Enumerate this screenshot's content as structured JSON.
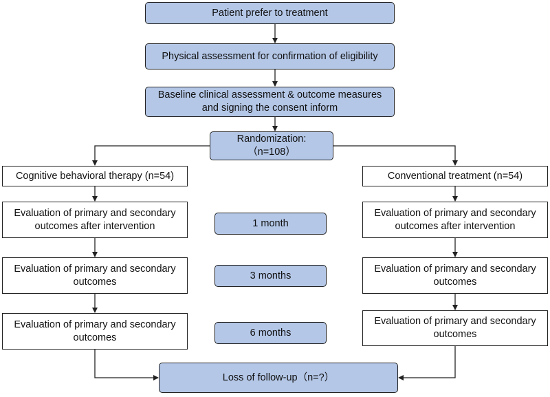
{
  "colors": {
    "fill_blue": "#b4c7e7",
    "stroke": "#222222",
    "background": "#ffffff"
  },
  "nodes": {
    "patient": "Patient prefer to treatment",
    "physical": "Physical assessment for confirmation of eligibility",
    "baseline": "Baseline clinical assessment & outcome measures\nand signing the consent inform",
    "randomization": "Randomization:\n（n=108）",
    "cbt": "Cognitive behavioral therapy (n=54)",
    "conventional": "Conventional treatment (n=54)",
    "cbt_eval1": "Evaluation of primary and secondary\noutcomes after intervention",
    "conv_eval1": "Evaluation of primary and secondary\noutcomes after intervention",
    "cbt_eval3": "Evaluation of primary and secondary\noutcomes",
    "conv_eval3": "Evaluation of primary and secondary\noutcomes",
    "cbt_eval6": "Evaluation of primary and secondary\noutcomes",
    "conv_eval6": "Evaluation of primary and secondary\noutcomes",
    "month1": "1 month",
    "month3": "3  months",
    "month6": "6 months",
    "loss": "Loss of follow-up（n=?）"
  }
}
